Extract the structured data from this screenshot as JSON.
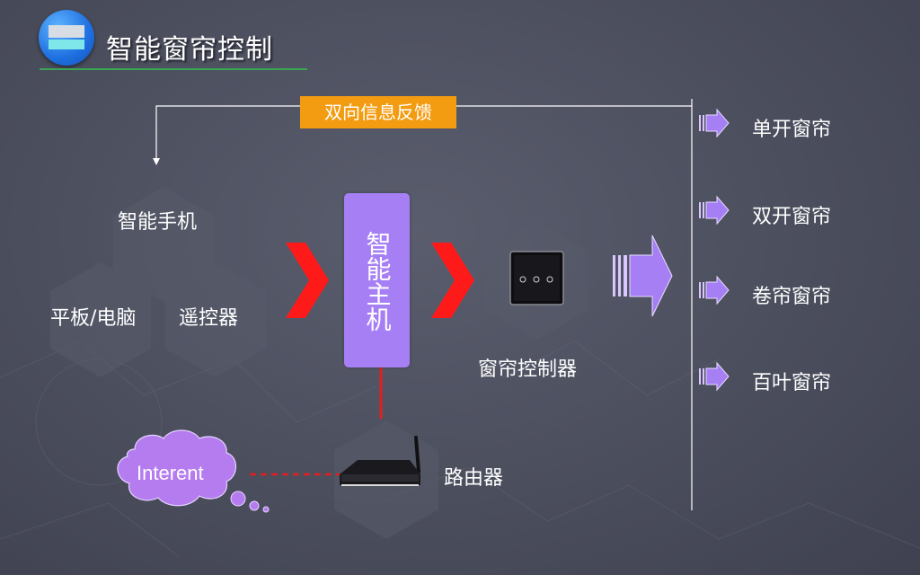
{
  "title": "智能窗帘控制",
  "feedback_label": "双向信息反馈",
  "inputs": {
    "phone": "智能手机",
    "tablet": "平板/电脑",
    "remote": "遥控器"
  },
  "hub_label": "智能主机",
  "controller_label": "窗帘控制器",
  "router_label": "路由器",
  "internet_label": "Interent",
  "curtain_types": [
    "单开窗帘",
    "双开窗帘",
    "卷帘窗帘",
    "百叶窗帘"
  ],
  "colors": {
    "accent_orange": "#f39c12",
    "hub_purple": "#a67ff5",
    "arrow_red": "#ff1a1a",
    "cloud_purple": "#b57cf0",
    "title_underline": "#3aa655"
  },
  "icons": {
    "logo": "window-blind-icon",
    "controller": "curtain-switch-panel-icon",
    "router": "wifi-router-icon",
    "cloud": "cloud-icon"
  }
}
